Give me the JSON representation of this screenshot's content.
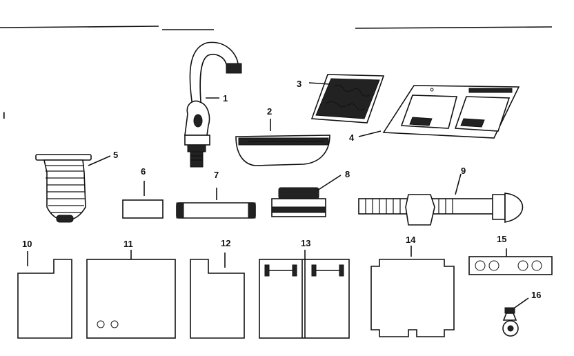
{
  "callouts": {
    "p1": "1",
    "p2": "2",
    "p3": "3",
    "p4": "4",
    "p5": "5",
    "p6": "6",
    "p7": "7",
    "p8": "8",
    "p9": "9",
    "p10": "10",
    "p11": "11",
    "p12": "12",
    "p13": "13",
    "p14": "14",
    "p15": "15",
    "p16": "16"
  },
  "margin_mark": "l"
}
